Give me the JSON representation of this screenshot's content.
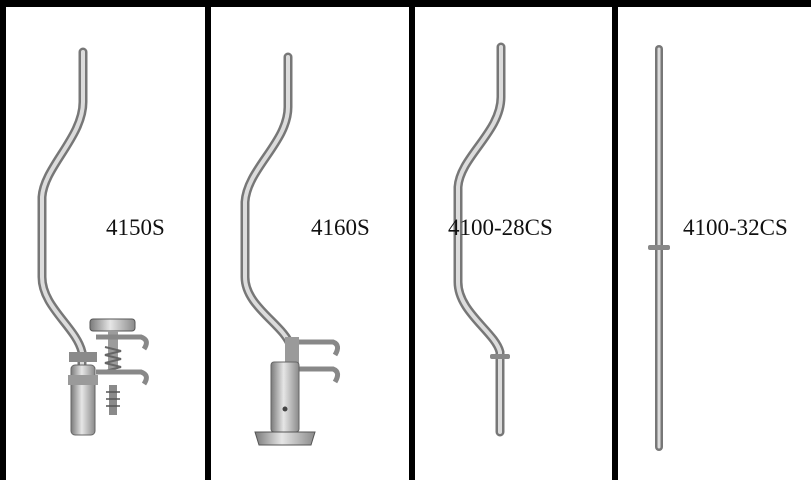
{
  "products": [
    {
      "code": "4150S",
      "icon": "retractor-handle-with-clamp-icon"
    },
    {
      "code": "4160S",
      "icon": "retractor-handle-with-clamp-icon"
    },
    {
      "code": "4100-28CS",
      "icon": "offset-retractor-handle-icon"
    },
    {
      "code": "4100-32CS",
      "icon": "straight-retractor-handle-icon"
    }
  ],
  "colors": {
    "border": "#000000",
    "metal_light": "#d9d9d9",
    "metal_mid": "#a8a8a8",
    "metal_dark": "#6e6e6e"
  }
}
